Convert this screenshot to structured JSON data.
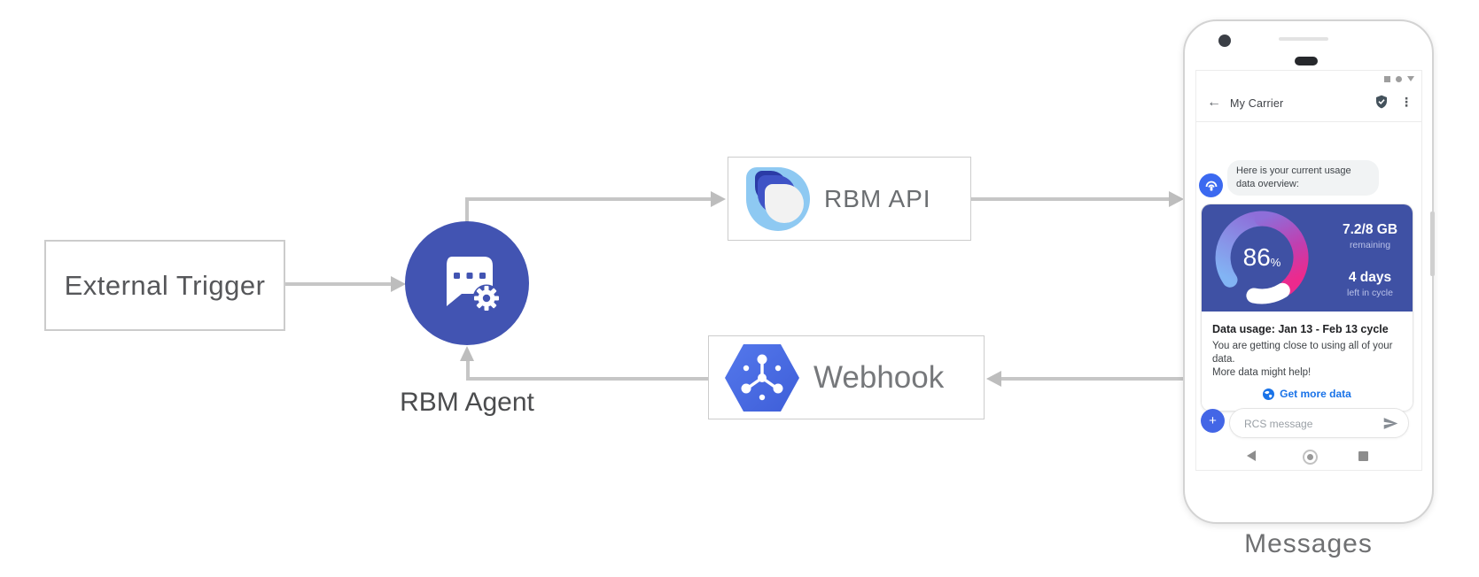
{
  "diagram": {
    "external_trigger_label": "External Trigger",
    "rbm_agent_label": "RBM Agent",
    "rbm_api_label": "RBM API",
    "webhook_label": "Webhook"
  },
  "phone": {
    "caption": "Messages",
    "header": {
      "title": "My Carrier"
    },
    "message": {
      "line1": "Here is your current usage",
      "line2": "data overview:"
    },
    "usage_card": {
      "percent_value": "86",
      "percent_unit": "%",
      "amount": "7.2/8 GB",
      "amount_label": "remaining",
      "days": "4 days",
      "days_label": "left in cycle",
      "heading": "Data usage: Jan 13 - Feb 13 cycle",
      "body_line1": "You are getting close to using all of your data.",
      "body_line2": "More data might help!",
      "cta_label": "Get more data"
    },
    "composer": {
      "placeholder": "RCS message"
    }
  },
  "icons": {
    "back_arrow": "←",
    "overflow": "⋮",
    "plus": "+"
  },
  "colors": {
    "agent_indigo": "#4254b2",
    "card_blue": "#3f51a4",
    "link_blue": "#1a73e8",
    "avatar_blue": "#3b69f0",
    "plus_blue": "#4366e6",
    "gauge_blue": "#82b4f4",
    "gauge_pink": "#ec2a8d",
    "connector_gray": "#c6c6c6"
  },
  "chart_data": {
    "type": "gauge",
    "value_percent": 86,
    "label": "86%",
    "remaining": "7.2/8 GB remaining",
    "days_left": "4 days left in cycle",
    "cycle": "Jan 13 - Feb 13"
  }
}
